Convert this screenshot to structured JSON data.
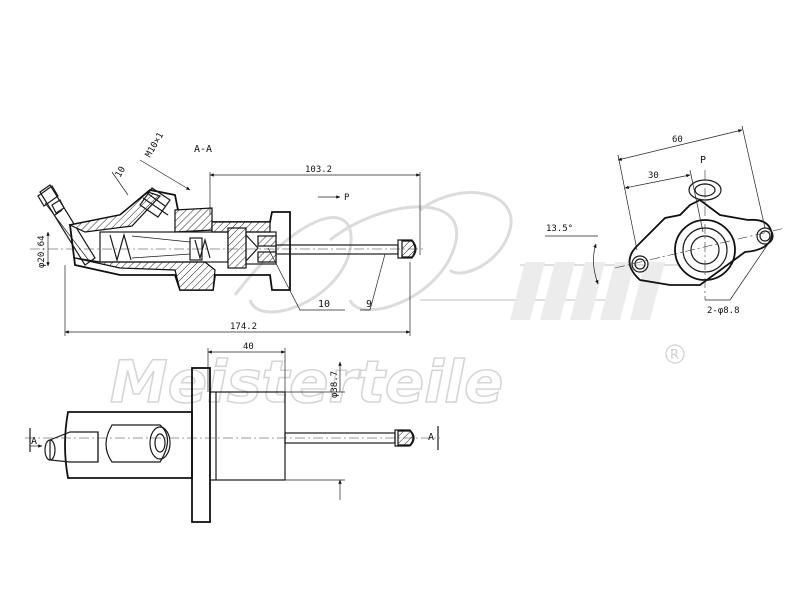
{
  "watermark": {
    "brand_text": "Meisterteile",
    "registered_mark": "R"
  },
  "labels": {
    "section_title": "A-A",
    "thread": "M10×1",
    "dim_10_thread": "10",
    "dim_103_2": "103.2",
    "port_p_section": "P",
    "dim_phi_20_64": "φ20.64",
    "callout_10": "10",
    "callout_9": "9",
    "dim_174_2": "174.2",
    "dim_40": "40",
    "dim_phi_38_7": "φ38.7",
    "section_mark_left": "A",
    "section_mark_right": "A",
    "dim_60": "60",
    "dim_30": "30",
    "port_p_end": "P",
    "angle_13_5": "13.5°",
    "holes_2_phi_8_8": "2-φ8.8"
  }
}
